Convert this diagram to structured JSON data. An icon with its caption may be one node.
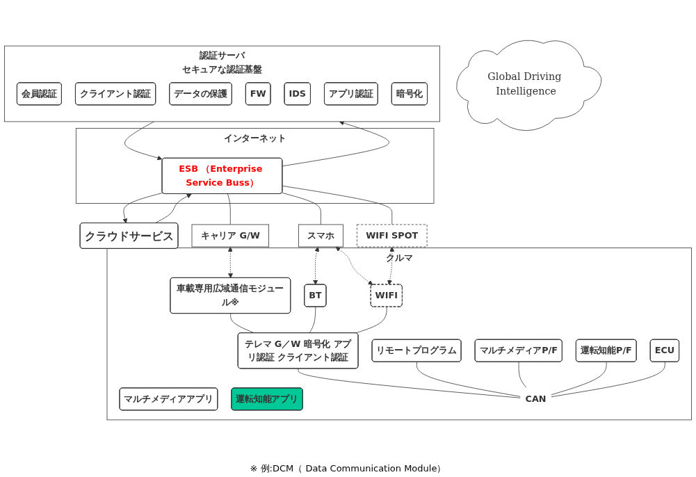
{
  "diagram": {
    "nodes": [
      {
        "text": [
          "Global Driving Intelligence"
        ]
      },
      {
        "text": [
          "認証サーバ",
          "セキュアな認証基盤"
        ]
      },
      {
        "text": [
          "会員認証"
        ],
        "in": 1
      },
      {
        "text": [
          "クライアント認証"
        ],
        "in": 1
      },
      {
        "text": [
          "データの保護"
        ],
        "in": 1
      },
      {
        "text": [
          "FW"
        ],
        "in": 1
      },
      {
        "text": [
          "IDS"
        ],
        "in": 1
      },
      {
        "text": [
          "アプリ認証"
        ],
        "in": 1
      },
      {
        "text": [
          "暗号化"
        ],
        "in": 1
      },
      {
        "text": [
          "クラウドサービス"
        ]
      },
      {
        "text": [
          "インターネット"
        ]
      },
      {
        "text": [
          "ESB （Enterprise Service Buss）"
        ],
        "in": 10
      },
      {
        "text": [
          "キャリア G/W"
        ]
      },
      {
        "text": [
          "スマホ"
        ]
      },
      {
        "text": [
          "WIFI SPOT"
        ]
      },
      {
        "text": [
          "クルマ"
        ]
      },
      {
        "text": [
          "車載専用広域通信モジュール※"
        ],
        "in": 15
      },
      {
        "text": [
          "BT"
        ],
        "in": 15
      },
      {
        "text": [
          "WIFI"
        ],
        "in": 15
      },
      {
        "text": [
          "テレマ G／W 暗号化 アプリ認証 クライアント認証"
        ],
        "in": 15
      },
      {
        "text": [
          "リモートプログラム"
        ],
        "in": 15
      },
      {
        "text": [
          "マルチメディアアプリ"
        ],
        "in": 15
      },
      {
        "text": [
          "運転知能アプリ"
        ],
        "in": 15
      },
      {
        "text": [
          "マルチメディアP/F"
        ],
        "in": 15
      },
      {
        "text": [
          "運転知能P/F"
        ],
        "in": 15
      },
      {
        "text": [
          "ECU"
        ],
        "in": 15
      },
      {
        "text": [
          "CAN"
        ],
        "in": 15
      }
    ],
    "edges": [
      {
        "from": 11,
        "to": 1,
        "arrow": "to"
      },
      {
        "from": 1,
        "to": 11,
        "arrow": "to"
      },
      {
        "from": 9,
        "to": 11,
        "arrow": "to"
      },
      {
        "from": 11,
        "to": 9,
        "arrow": "to"
      },
      {
        "from": 11,
        "to": 12,
        "arrow": "none"
      },
      {
        "from": 11,
        "to": 13,
        "arrow": "none"
      },
      {
        "from": 11,
        "to": 14,
        "arrow": "none"
      },
      {
        "from": 12,
        "to": 16,
        "arrow": "both",
        "style": "dashed"
      },
      {
        "from": 13,
        "to": 17,
        "arrow": "both",
        "style": "dashed"
      },
      {
        "from": 13,
        "to": 18,
        "arrow": "both",
        "style": "dashed"
      },
      {
        "from": 14,
        "to": 18,
        "arrow": "both",
        "style": "dashed"
      },
      {
        "from": 16,
        "to": 19,
        "arrow": "none"
      },
      {
        "from": 17,
        "to": 19,
        "arrow": "none"
      },
      {
        "from": 18,
        "to": 19,
        "arrow": "none"
      },
      {
        "from": 19,
        "to": 26,
        "arrow": "none"
      },
      {
        "from": 20,
        "to": 26,
        "arrow": "none"
      },
      {
        "from": 23,
        "to": 26,
        "arrow": "none"
      },
      {
        "from": 24,
        "to": 26,
        "arrow": "none"
      },
      {
        "from": 25,
        "to": 26,
        "arrow": "none"
      }
    ],
    "labels": [
      "※ 例:DCM（ Data Communication Module）"
    ]
  }
}
